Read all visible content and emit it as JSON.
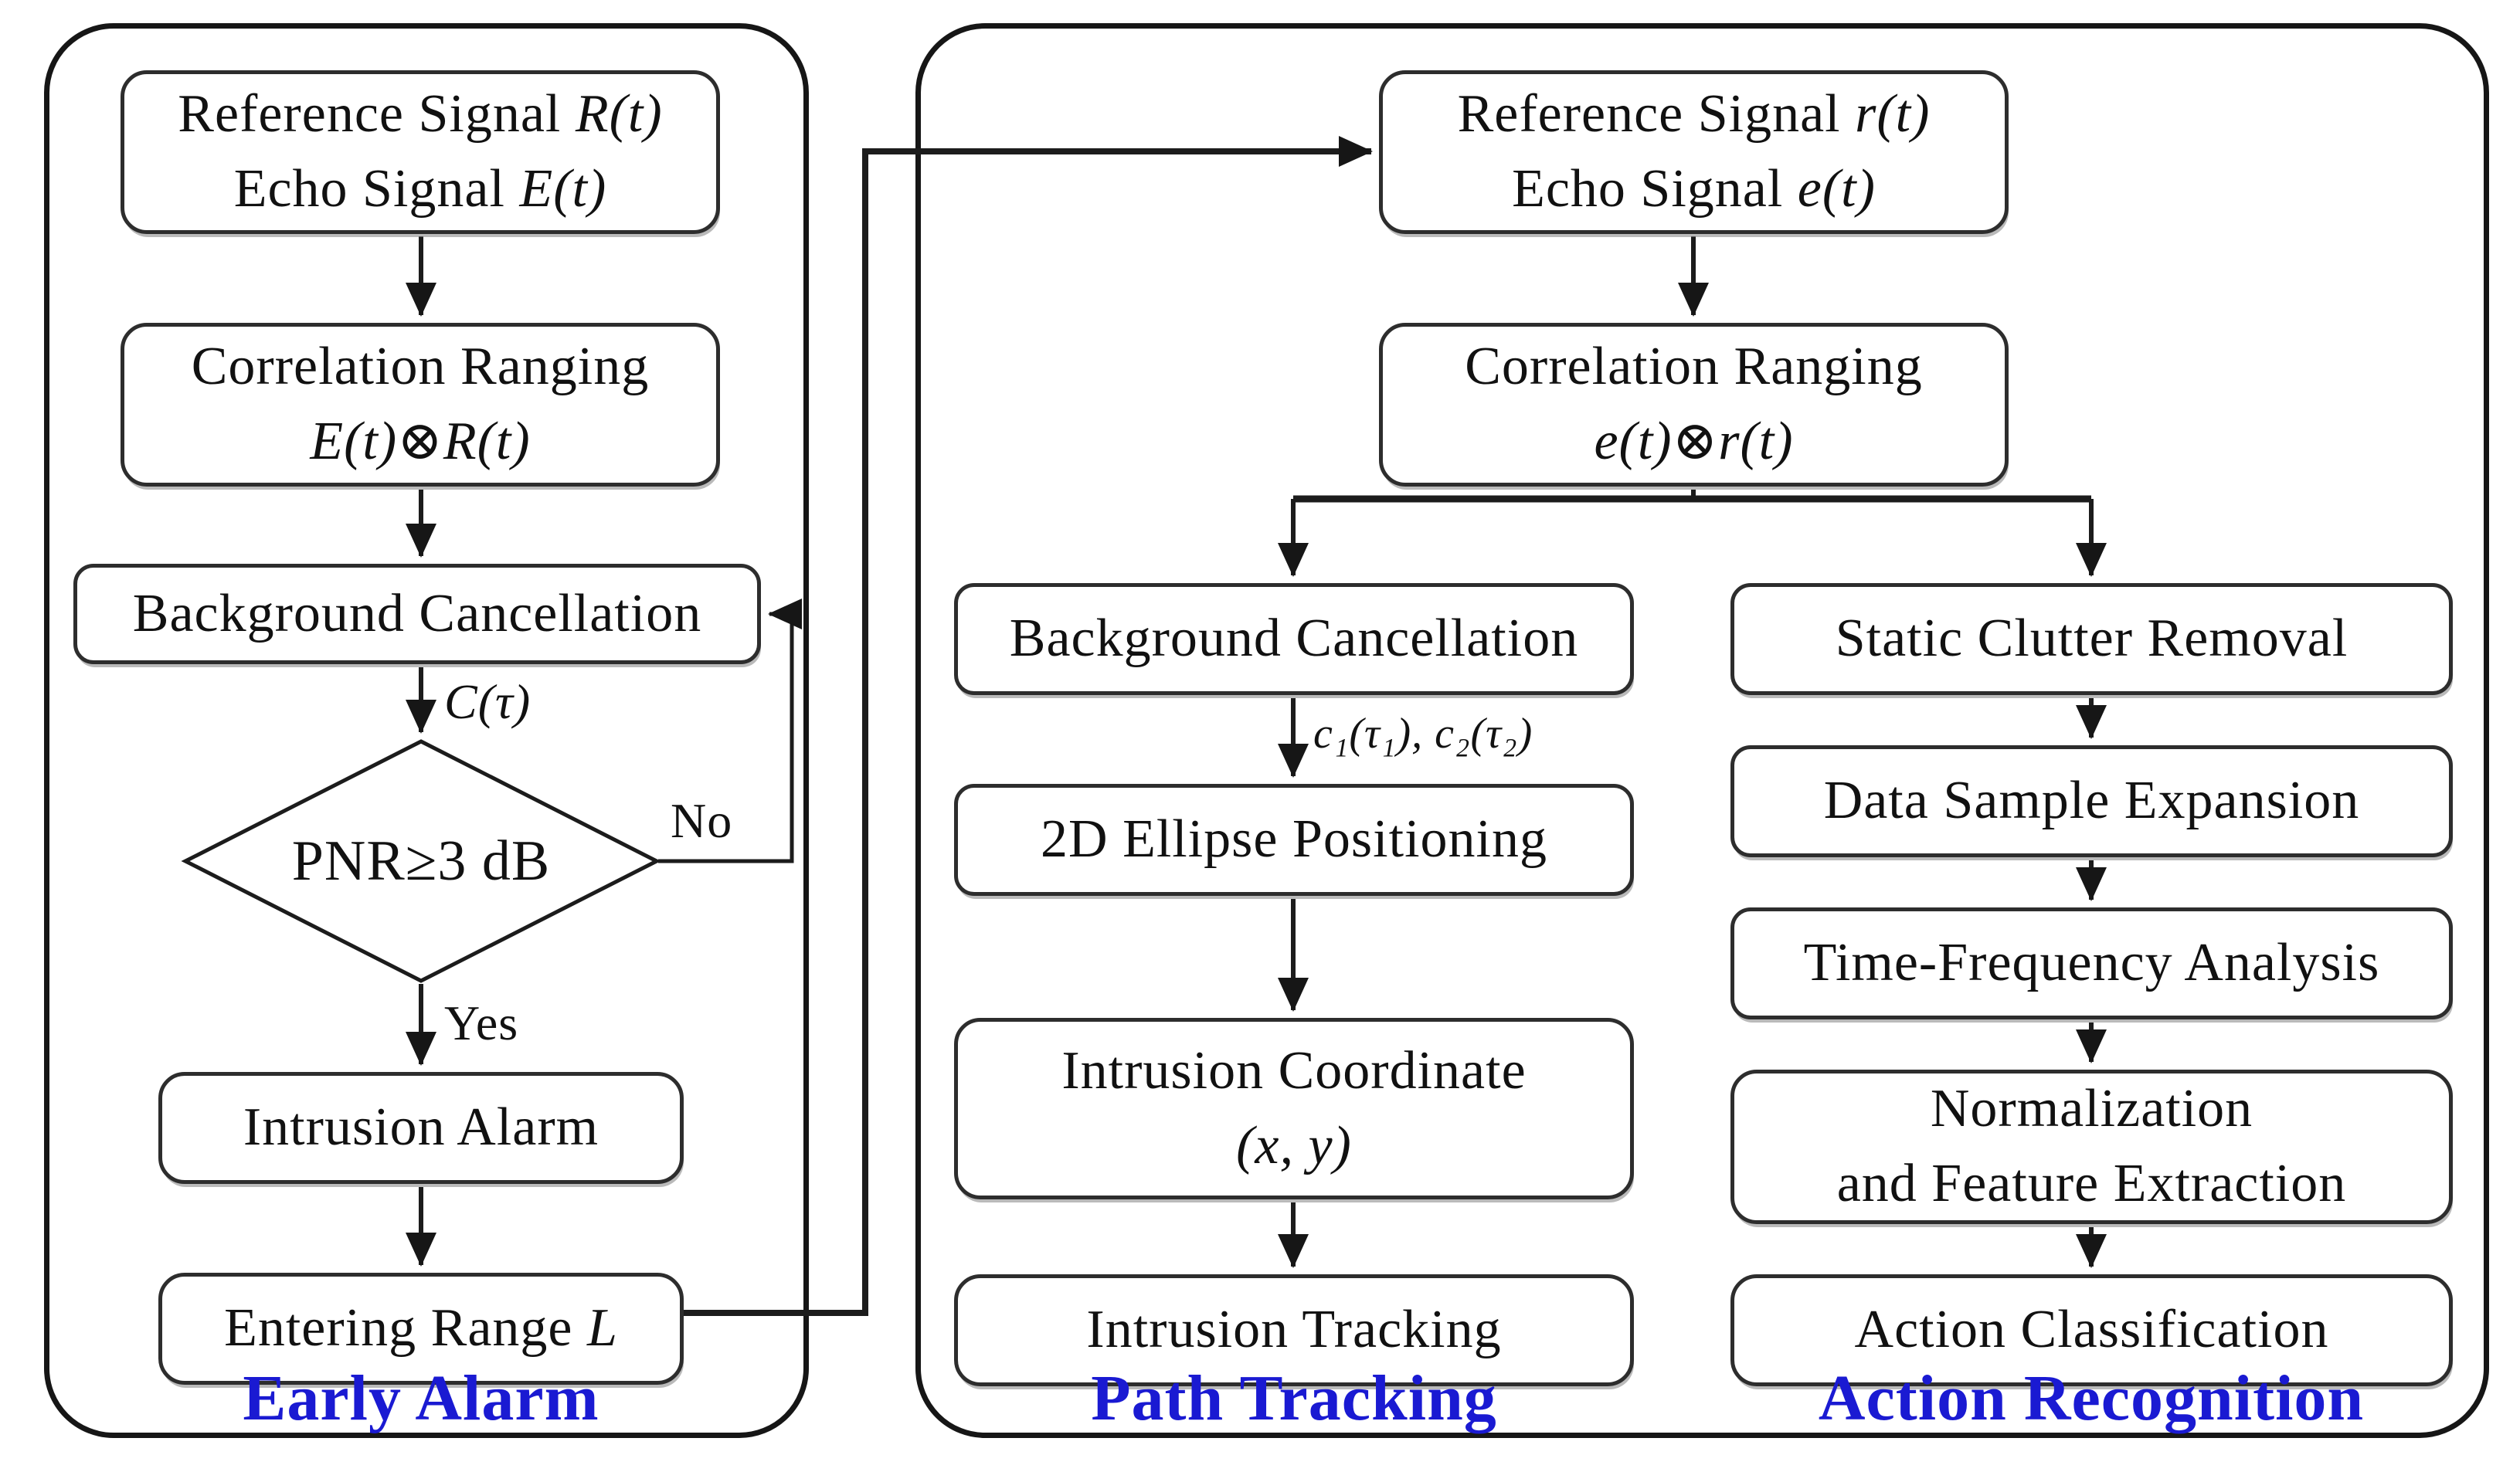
{
  "colors": {
    "section_label": "#1a1ad2",
    "line": "#1c1c1c",
    "box_border": "#2d2d2d",
    "background": "#ffffff"
  },
  "sections": {
    "early_alarm": {
      "title": "Early Alarm"
    },
    "path_tracking": {
      "title": "Path Tracking"
    },
    "action_recognition": {
      "title": "Action Recognition"
    }
  },
  "boxes": {
    "signals_left": {
      "line1_plain": "Reference Signal ",
      "line1_math": "R(t)",
      "line2_plain": "Echo Signal ",
      "line2_math": "E(t)"
    },
    "correlation_left": {
      "line1_plain": "Correlation Ranging",
      "line2_plain": "",
      "line2_math": "E(t)⊗R(t)"
    },
    "background_left": {
      "line1_plain": "Background Cancellation"
    },
    "pnr_decision": {
      "line1_plain": "PNR≥3 dB"
    },
    "intrusion_alarm": {
      "line1_plain": "Intrusion Alarm"
    },
    "entering_range": {
      "line1_plain": "Entering Range ",
      "line1_math": "L"
    },
    "signals_right": {
      "line1_plain": "Reference Signal ",
      "line1_math": "r(t)",
      "line2_plain": "Echo Signal ",
      "line2_math": "e(t)"
    },
    "correlation_right": {
      "line1_plain": "Correlation Ranging",
      "line2_plain": "",
      "line2_math": "e(t)⊗r(t)"
    },
    "background_mid": {
      "line1_plain": "Background Cancellation"
    },
    "ellipse_positioning": {
      "line1_plain": "2D Ellipse Positioning"
    },
    "intrusion_coordinate": {
      "line1_plain": "Intrusion Coordinate",
      "line2_plain": "",
      "line2_math": "(x, y)"
    },
    "intrusion_tracking": {
      "line1_plain": "Intrusion Tracking"
    },
    "static_clutter": {
      "line1_plain": "Static Clutter Removal"
    },
    "data_sample": {
      "line1_plain": "Data Sample Expansion"
    },
    "time_frequency": {
      "line1_plain": "Time-Frequency Analysis"
    },
    "normalization": {
      "line1_plain": "Normalization",
      "line2_plain": "and Feature Extraction"
    },
    "action_classification": {
      "line1_plain": "Action Classification"
    }
  },
  "edge_labels": {
    "c_tau": "C(τ)",
    "yes": "Yes",
    "no": "No",
    "c1_c2": "c₁(τ₁), c₂(τ₂)"
  }
}
